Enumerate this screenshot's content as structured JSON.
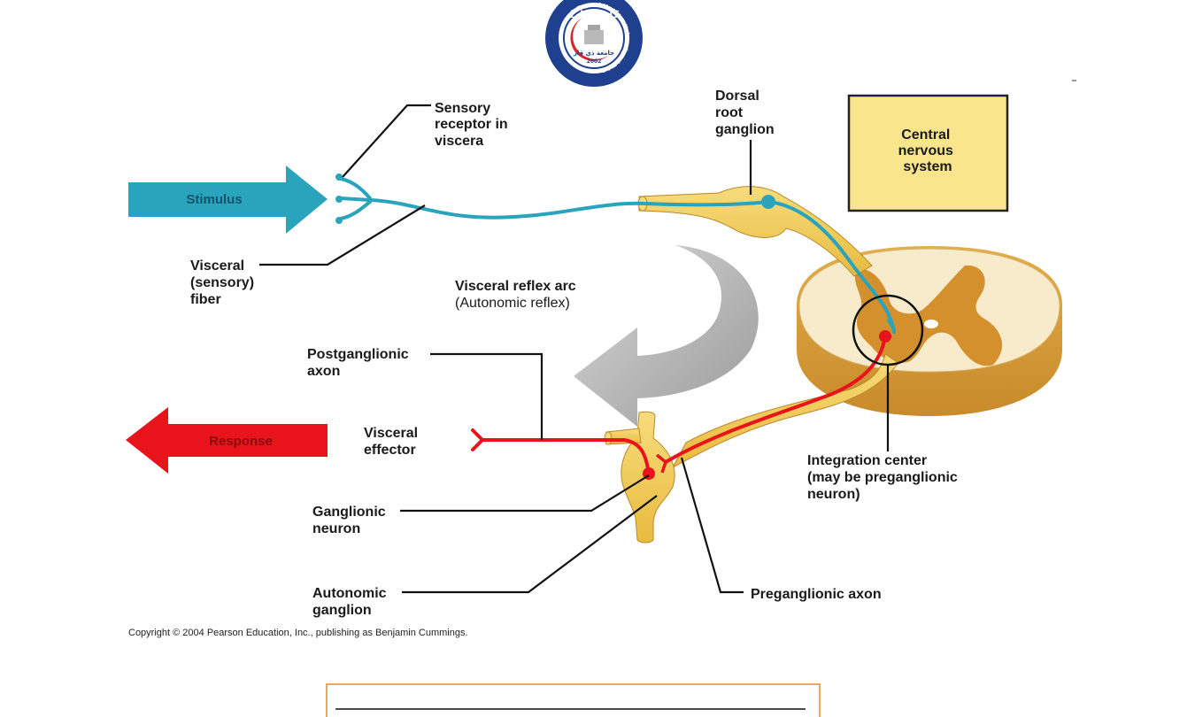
{
  "logo": {
    "top_text": "كلية الطب",
    "ring_text": "College of Medicine University of Thi-Qar",
    "inner_text": "جامعة ذي قار",
    "year": "2002"
  },
  "diagram": {
    "arrows": {
      "stimulus": "Stimulus",
      "response": "Response"
    },
    "cns_box": [
      "Central",
      "nervous",
      "system"
    ],
    "title": {
      "line1": "Visceral reflex arc",
      "line2": "(Autonomic reflex)"
    },
    "labels": {
      "sensory_receptor": [
        "Sensory",
        "receptor in",
        "viscera"
      ],
      "dorsal_root": [
        "Dorsal",
        "root",
        "ganglion"
      ],
      "visceral_fiber": [
        "Visceral",
        "(sensory)",
        "fiber"
      ],
      "postganglionic": [
        "Postganglionic",
        "axon"
      ],
      "visceral_effector": [
        "Visceral",
        "effector"
      ],
      "ganglionic_neuron": [
        "Ganglionic",
        "neuron"
      ],
      "autonomic_ganglion": [
        "Autonomic",
        "ganglion"
      ],
      "preganglionic_axon": "Preganglionic axon",
      "integration_center": [
        "Integration center",
        "(may be preganglionic",
        "neuron)"
      ]
    },
    "copyright": "Copyright © 2004 Pearson Education, Inc., publishing as Benjamin Cummings."
  },
  "colors": {
    "sensory": "#2aa3bd",
    "motor": "#e8131b",
    "nerve": "#f3cf5f",
    "cns_box": "#f9e58b",
    "grey_matter": "#d4902c",
    "white_matter": "#f8ebcc"
  }
}
